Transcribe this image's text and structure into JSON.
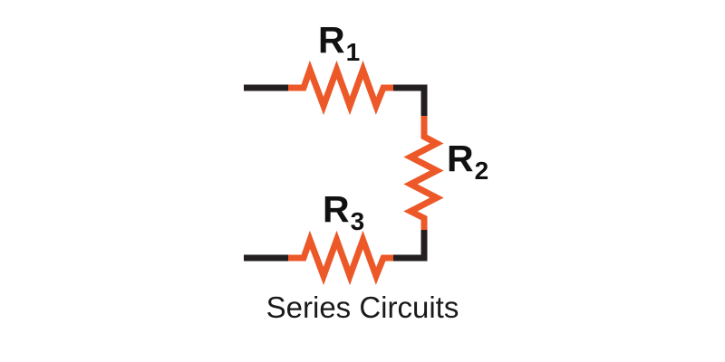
{
  "diagram": {
    "type": "series-resistor-circuit",
    "caption": "Series Circuits",
    "colors": {
      "wire": "#231F20",
      "resistor": "#EC5828",
      "label": "#111111",
      "background": "#FFFFFF"
    },
    "components": [
      {
        "id": "R1",
        "label": "R",
        "subscript": "1",
        "type": "resistor",
        "orientation": "horizontal",
        "position": "top"
      },
      {
        "id": "R2",
        "label": "R",
        "subscript": "2",
        "type": "resistor",
        "orientation": "vertical",
        "position": "right"
      },
      {
        "id": "R3",
        "label": "R",
        "subscript": "3",
        "type": "resistor",
        "orientation": "horizontal",
        "position": "bottom"
      }
    ],
    "connection": "R1, R2 and R3 connected end-to-end in series with open terminals at left"
  }
}
